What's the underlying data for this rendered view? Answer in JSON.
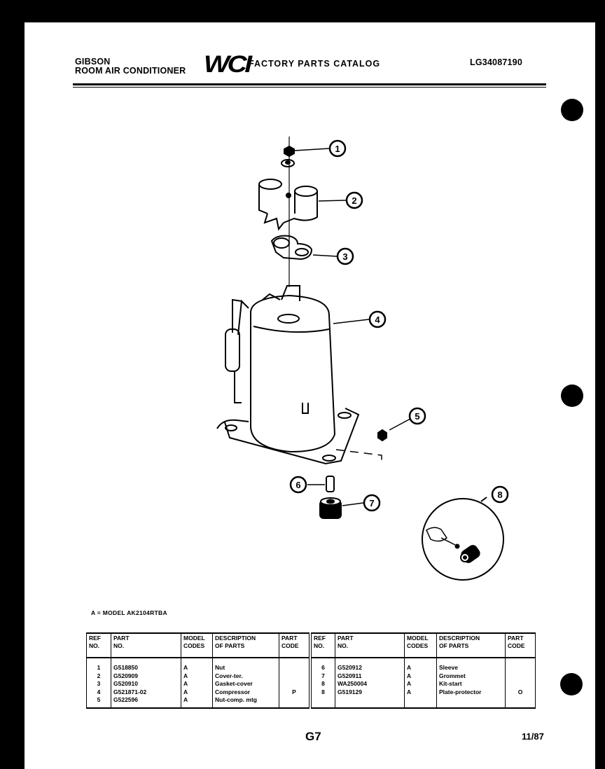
{
  "header": {
    "brand": "GIBSON",
    "product": "ROOM AIR CONDITIONER",
    "logo": "WCI",
    "catalog_title": "FACTORY PARTS CATALOG",
    "catalog_number": "LG34087190"
  },
  "diagram": {
    "callouts": [
      {
        "ref": "1",
        "label": "Nut"
      },
      {
        "ref": "2",
        "label": "Cover-ter."
      },
      {
        "ref": "3",
        "label": "Gasket-cover"
      },
      {
        "ref": "4",
        "label": "Compressor"
      },
      {
        "ref": "5",
        "label": "Nut-comp. mtg"
      },
      {
        "ref": "6",
        "label": "Sleeve"
      },
      {
        "ref": "7",
        "label": "Grommet"
      },
      {
        "ref": "8",
        "label": "Kit-start"
      }
    ]
  },
  "model_line": "A = MODEL AK2104RTBA",
  "table": {
    "headers": {
      "ref": [
        "REF",
        "NO."
      ],
      "part": [
        "PART",
        "NO."
      ],
      "model": [
        "MODEL",
        "CODES"
      ],
      "desc": [
        "DESCRIPTION",
        "OF PARTS"
      ],
      "code": [
        "PART",
        "CODE"
      ]
    },
    "left": {
      "refs": [
        "1",
        "2",
        "3",
        "4",
        "5"
      ],
      "parts": [
        "G518850",
        "G520909",
        "G520910",
        "G521871-02",
        "G522596"
      ],
      "models": [
        "A",
        "A",
        "A",
        "A",
        "A"
      ],
      "descs": [
        "Nut",
        "Cover-ter.",
        "Gasket-cover",
        "Compressor",
        "Nut-comp. mtg"
      ],
      "codes": [
        "",
        "",
        "",
        "P",
        ""
      ]
    },
    "right": {
      "refs": [
        "6",
        "7",
        "8",
        "8"
      ],
      "parts": [
        "G520912",
        "G520911",
        "WA250004",
        "G519129"
      ],
      "models": [
        "A",
        "A",
        "A",
        "A"
      ],
      "descs": [
        "Sleeve",
        "Grommet",
        "Kit-start",
        "Plate-protector"
      ],
      "codes": [
        "",
        "",
        "",
        "O"
      ]
    }
  },
  "footer": {
    "page": "G7",
    "date": "11/87"
  }
}
